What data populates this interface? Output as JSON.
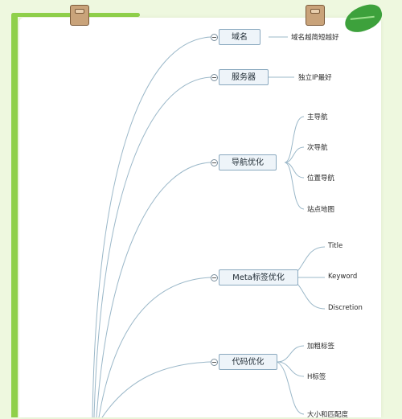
{
  "mindmap": {
    "branches": [
      {
        "label": "域名",
        "leaves": [
          "域名越简短越好"
        ]
      },
      {
        "label": "服务器",
        "leaves": [
          "独立IP最好"
        ]
      },
      {
        "label": "导航优化",
        "leaves": [
          "主导航",
          "次导航",
          "位置导航",
          "站点地图"
        ]
      },
      {
        "label": "Meta标签优化",
        "leaves": [
          "Title",
          "Keyword",
          "Discretion"
        ]
      },
      {
        "label": "代码优化",
        "leaves": [
          "加粗标签",
          "H标签"
        ]
      },
      {
        "label": "",
        "leaves": [
          "大小和匹配度"
        ]
      }
    ]
  },
  "colors": {
    "background": "#eef8df",
    "frame": "#8fd04a",
    "connector": "#9bb8c9",
    "node_fill": "#eef4f9",
    "node_border": "#8aa9bf"
  },
  "decorations": [
    "bookmark-tag-icon",
    "bookmark-tag-icon",
    "green-leaf-icon"
  ]
}
